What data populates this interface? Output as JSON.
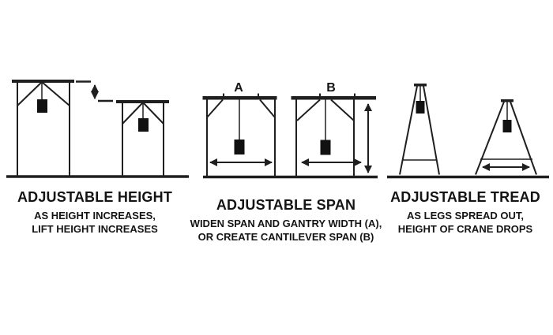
{
  "diagram": {
    "colors": {
      "background": "#ffffff",
      "line": "#1f1f1f",
      "weight_fill": "#111111",
      "text": "#141414"
    },
    "sections": [
      {
        "id": "adjustable-height",
        "title": "ADJUSTABLE HEIGHT",
        "caption_line1": "AS HEIGHT INCREASES,",
        "caption_line2": "LIFT HEIGHT INCREASES"
      },
      {
        "id": "adjustable-span",
        "title": "ADJUSTABLE SPAN",
        "caption_line1": "WIDEN SPAN AND GANTRY WIDTH (A),",
        "caption_line2": "OR CREATE CANTILEVER SPAN (B)",
        "gantry_a_label": "A",
        "gantry_b_label": "B"
      },
      {
        "id": "adjustable-tread",
        "title": "ADJUSTABLE TREAD",
        "caption_line1": "AS LEGS SPREAD OUT,",
        "caption_line2": "HEIGHT OF CRANE DROPS"
      }
    ]
  }
}
